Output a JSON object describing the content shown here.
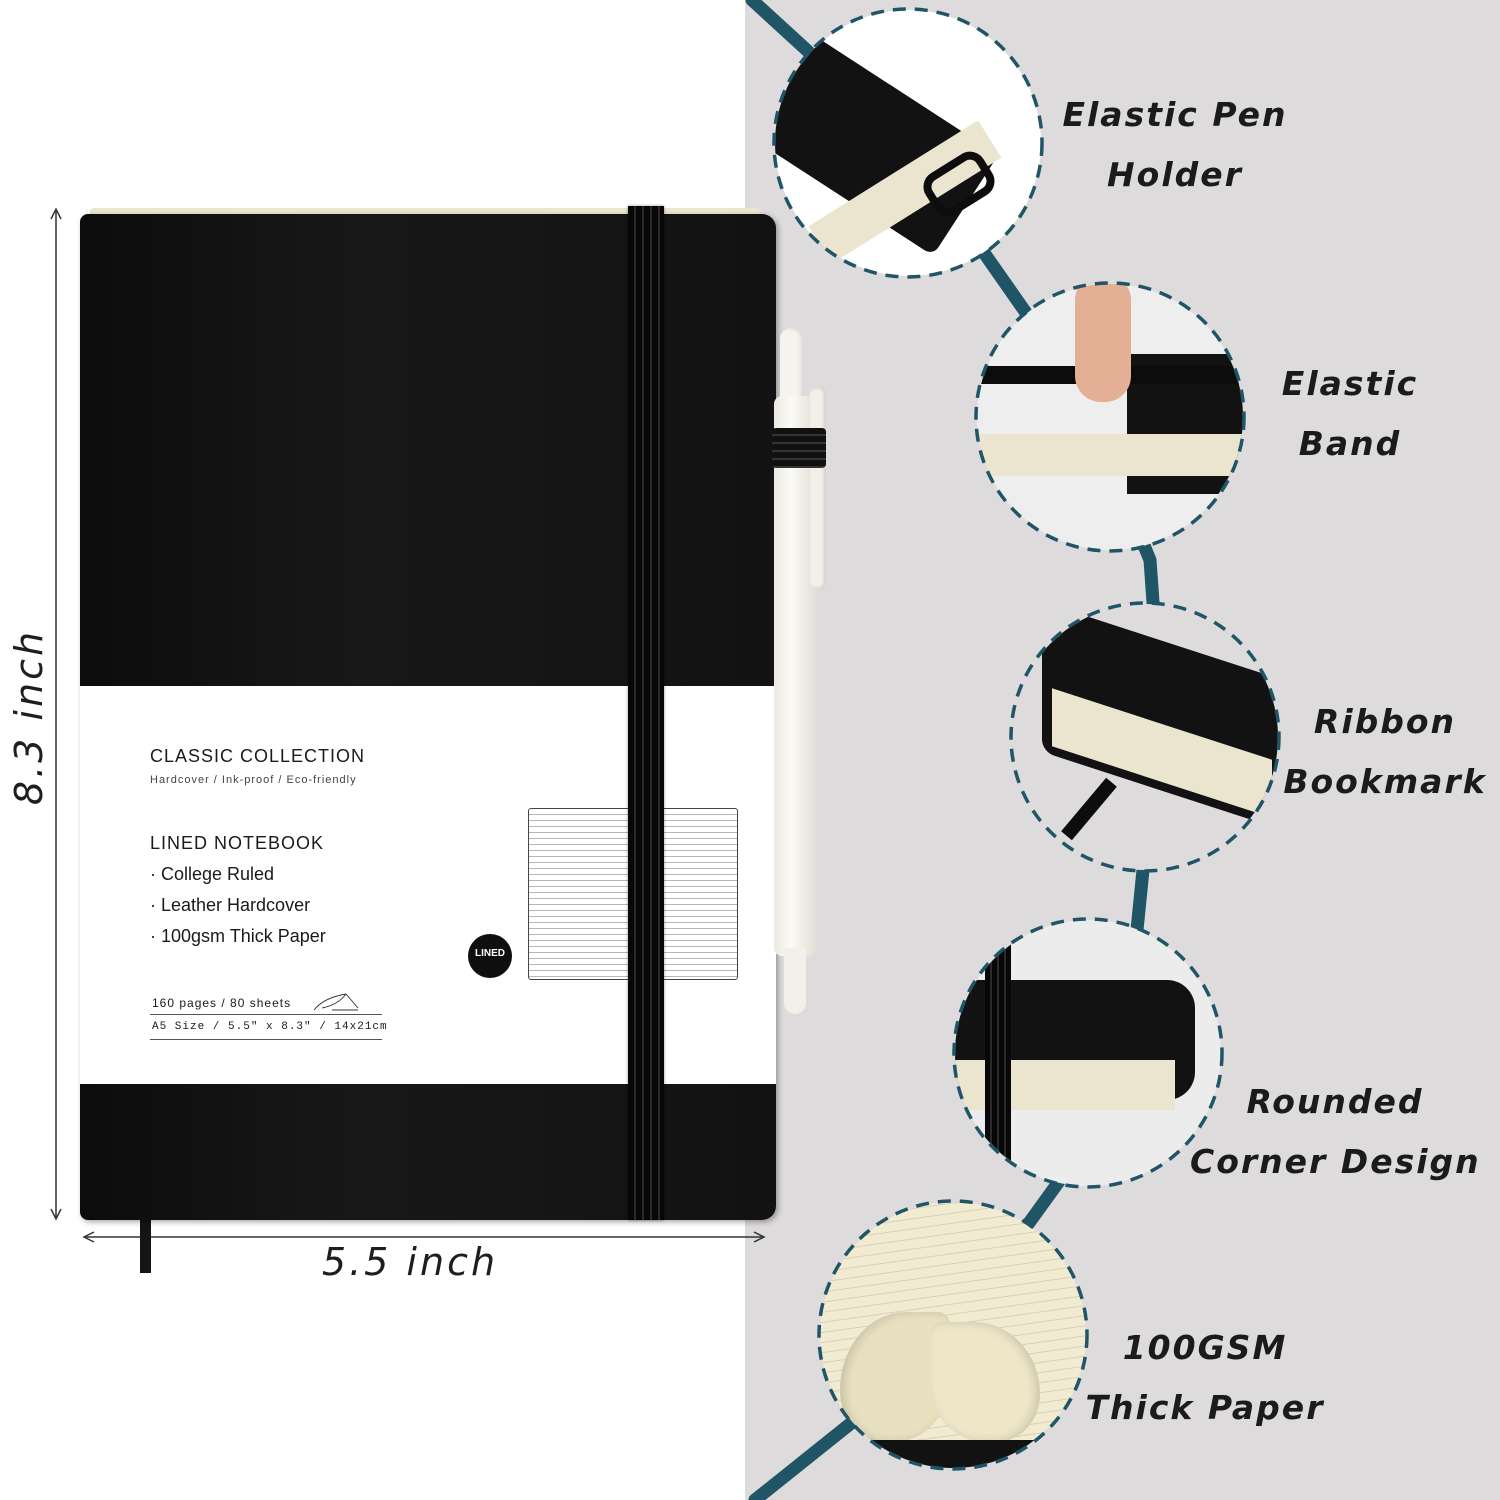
{
  "dimensions": {
    "height": "8.3 inch",
    "width": "5.5 inch"
  },
  "cover": {
    "collection_title": "CLASSIC  COLLECTION",
    "collection_subtitle": "Hardcover / Ink-proof / Eco-friendly",
    "notebook_type": "LINED NOTEBOOK",
    "features": [
      "· College Ruled",
      "· Leather Hardcover",
      "· 100gsm Thick Paper"
    ],
    "badge": "LINED",
    "pages_line": "160 pages  /  80 sheets",
    "size_line": "A5 Size  /  5.5\" x 8.3\"  /  14x21cm"
  },
  "features": [
    {
      "line1": "Elastic Pen",
      "line2": "Holder"
    },
    {
      "line1": "Elastic",
      "line2": "Band"
    },
    {
      "line1": "Ribbon",
      "line2": "Bookmark"
    },
    {
      "line1": "Rounded",
      "line2": "Corner Design"
    },
    {
      "line1": "100GSM",
      "line2": "Thick Paper"
    }
  ],
  "colors": {
    "cover_black": "#111111",
    "band_white": "#ffffff",
    "accent_teal": "#1f5566",
    "panel_gray": "#dedbdd",
    "paper_cream": "#ece6d0"
  }
}
